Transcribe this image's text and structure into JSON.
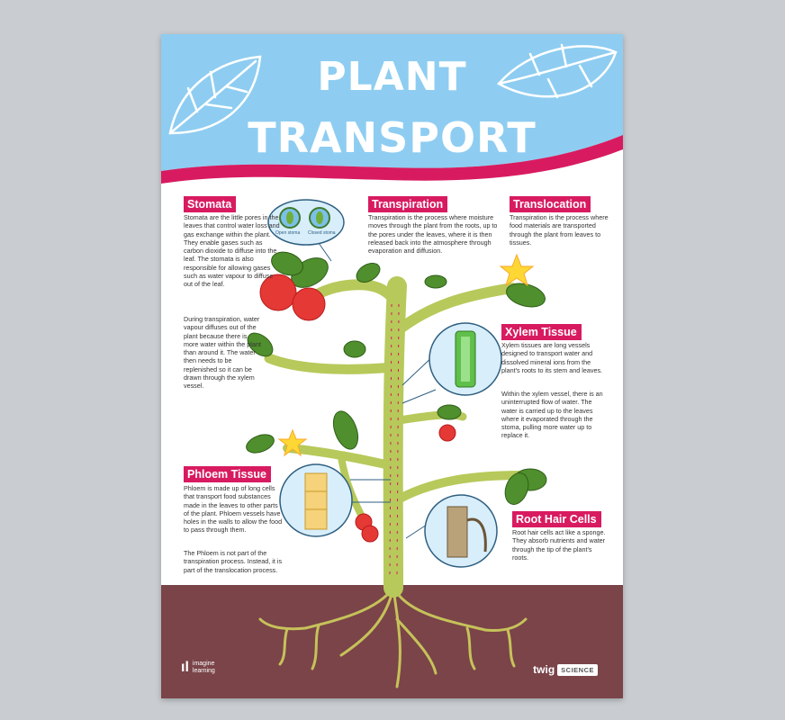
{
  "title": {
    "line1": "PLANT",
    "line2": "TRANSPORT"
  },
  "colors": {
    "sky": "#8ecdf1",
    "accent": "#d81b60",
    "stem": "#b7c95a",
    "soil": "#7a4449",
    "label": "#d81b60"
  },
  "sections": {
    "stomata": {
      "heading": "Stomata",
      "p1": "Stomata are the little pores in the leaves that control water loss and gas exchange within the plant. They enable gases such as carbon dioxide to diffuse into the leaf. The stomata is also responsible for allowing gases such as water vapour to diffuse out of the leaf.",
      "p2": "During transpiration, water vapour diffuses out of the plant because there is more water within the plant than around it. The water then needs to be replenished so it can be drawn through the xylem vessel."
    },
    "transpiration": {
      "heading": "Transpiration",
      "p1": "Transpiration is the process where moisture moves through the plant from the roots, up to the pores under the leaves, where it is then released back into the atmosphere through evaporation and diffusion."
    },
    "translocation": {
      "heading": "Translocation",
      "p1": "Transpiration is the process where food materials are transported through the plant from leaves to tissues."
    },
    "xylem": {
      "heading": "Xylem Tissue",
      "p1": "Xylem tissues are long vessels designed to transport water and dissolved mineral ions from the plant's roots to its stem and leaves.",
      "p2": "Within the xylem vessel, there is an uninterrupted flow of water. The water is carried up to the leaves where it evaporated through the stoma, pulling more water up to replace it."
    },
    "phloem": {
      "heading": "Phloem Tissue",
      "p1": "Phloem is made up of long cells that transport food substances made in the leaves to other parts of the plant. Phloem vessels have holes in the walls to allow the food to pass through them.",
      "p2": "The Phloem is not part of the transpiration process. Instead, it is part of the translocation process."
    },
    "roothair": {
      "heading": "Root Hair Cells",
      "p1": "Root hair cells act like a sponge. They absorb nutrients and water through the tip of the plant's roots."
    }
  },
  "stomata_captions": {
    "open": "Open stoma",
    "closed": "Closed stoma"
  },
  "logos": {
    "left_line1": "imagine",
    "left_line2": "learning",
    "right_word": "twig",
    "right_badge": "SCIENCE"
  },
  "icons": [
    "leaf-outline-icon",
    "tomato-icon",
    "flower-icon",
    "imagine-learning-logo-icon"
  ]
}
